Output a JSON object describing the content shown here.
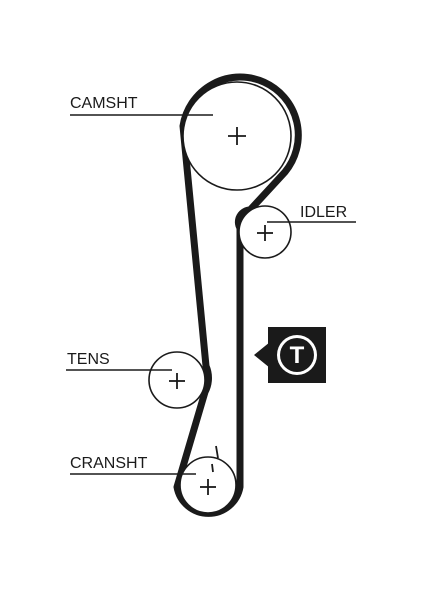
{
  "labels": {
    "camshaft": "CAMSHT",
    "idler": "IDLER",
    "tensioner": "TENS",
    "crankshaft": "CRANSHT"
  },
  "tension_marker": {
    "letter": "T"
  },
  "colors": {
    "ink": "#1a1a1a",
    "background": "#ffffff"
  }
}
